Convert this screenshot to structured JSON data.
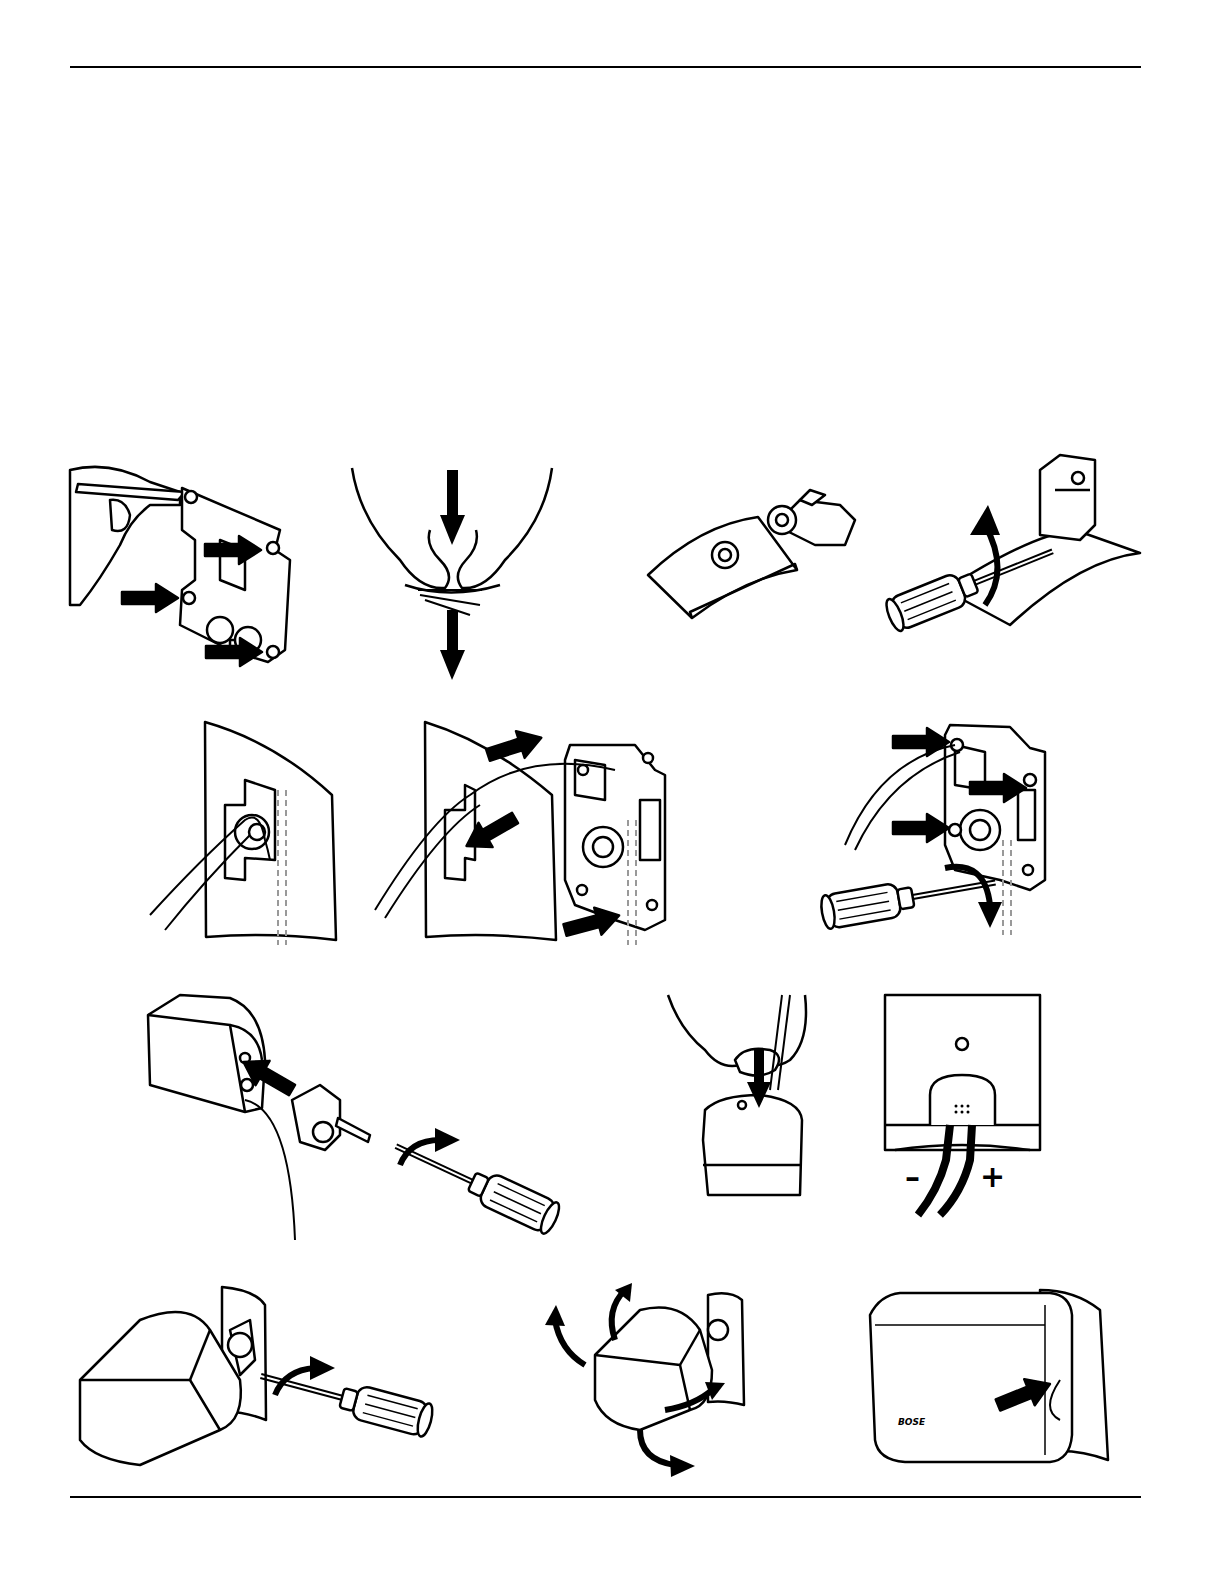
{
  "diagram": {
    "labels": [
      "–",
      "+",
      "BOSE"
    ]
  }
}
